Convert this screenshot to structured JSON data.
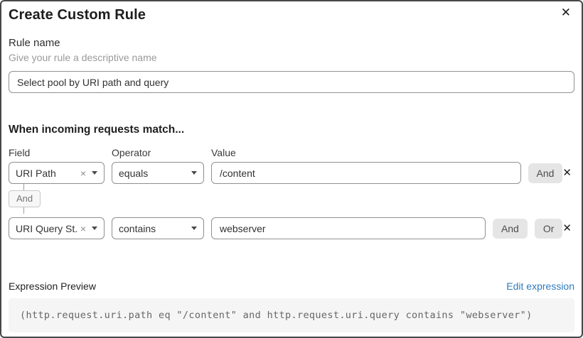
{
  "dialog": {
    "title": "Create Custom Rule"
  },
  "icons": {
    "close": "✕",
    "clear": "×",
    "remove_row": "✕"
  },
  "rule_name": {
    "label": "Rule name",
    "helper": "Give your rule a descriptive name",
    "value": "Select pool by URI path and query"
  },
  "matcher": {
    "heading": "When incoming requests match...",
    "columns": {
      "field": "Field",
      "operator": "Operator",
      "value": "Value"
    },
    "connector_label": "And",
    "rows": [
      {
        "field": "URI Path",
        "operator": "equals",
        "value": "/content",
        "and_label": "And"
      },
      {
        "field": "URI Query St...",
        "operator": "contains",
        "value": "webserver",
        "and_label": "And",
        "or_label": "Or"
      }
    ]
  },
  "expression": {
    "label": "Expression Preview",
    "edit_link": "Edit expression",
    "code": "(http.request.uri.path eq \"/content\" and http.request.uri.query contains \"webserver\")"
  },
  "colors": {
    "link_blue": "#2f7bbf",
    "button_bg": "#e5e5e5",
    "code_bg": "#f5f5f5",
    "dialog_border": "#47484a"
  }
}
